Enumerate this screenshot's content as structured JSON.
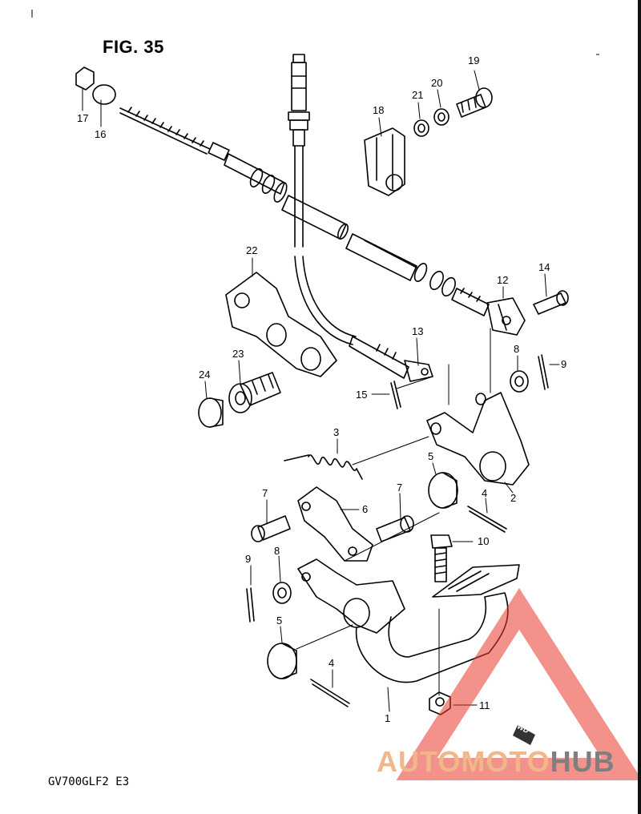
{
  "figure": {
    "title": "FIG. 35",
    "model_code": "GV700GLF2 E3"
  },
  "callouts": [
    {
      "id": "c17",
      "text": "17"
    },
    {
      "id": "c16",
      "text": "16"
    },
    {
      "id": "c19",
      "text": "19"
    },
    {
      "id": "c20",
      "text": "20"
    },
    {
      "id": "c21",
      "text": "21"
    },
    {
      "id": "c18",
      "text": "18"
    },
    {
      "id": "c22",
      "text": "22"
    },
    {
      "id": "c12",
      "text": "12"
    },
    {
      "id": "c14",
      "text": "14"
    },
    {
      "id": "c13",
      "text": "13"
    },
    {
      "id": "c8a",
      "text": "8"
    },
    {
      "id": "c9a",
      "text": "9"
    },
    {
      "id": "c23",
      "text": "23"
    },
    {
      "id": "c24",
      "text": "24"
    },
    {
      "id": "c15",
      "text": "15"
    },
    {
      "id": "c3",
      "text": "3"
    },
    {
      "id": "c5a",
      "text": "5"
    },
    {
      "id": "c2",
      "text": "2"
    },
    {
      "id": "c4a",
      "text": "4"
    },
    {
      "id": "c7a",
      "text": "7"
    },
    {
      "id": "c6",
      "text": "6"
    },
    {
      "id": "c7b",
      "text": "7"
    },
    {
      "id": "c10",
      "text": "10"
    },
    {
      "id": "c9b",
      "text": "9"
    },
    {
      "id": "c8b",
      "text": "8"
    },
    {
      "id": "c5b",
      "text": "5"
    },
    {
      "id": "c4b",
      "text": "4"
    },
    {
      "id": "c1",
      "text": "1"
    },
    {
      "id": "c11",
      "text": "11"
    }
  ],
  "watermark": {
    "part1": "AUTOMOTO",
    "part2": "HUB"
  },
  "fwd_label": "FWD",
  "colors": {
    "line": "#000000",
    "watermark_red": "#e8382a",
    "watermark_orange": "#f1b78a",
    "watermark_grey": "#7f7f7f"
  }
}
